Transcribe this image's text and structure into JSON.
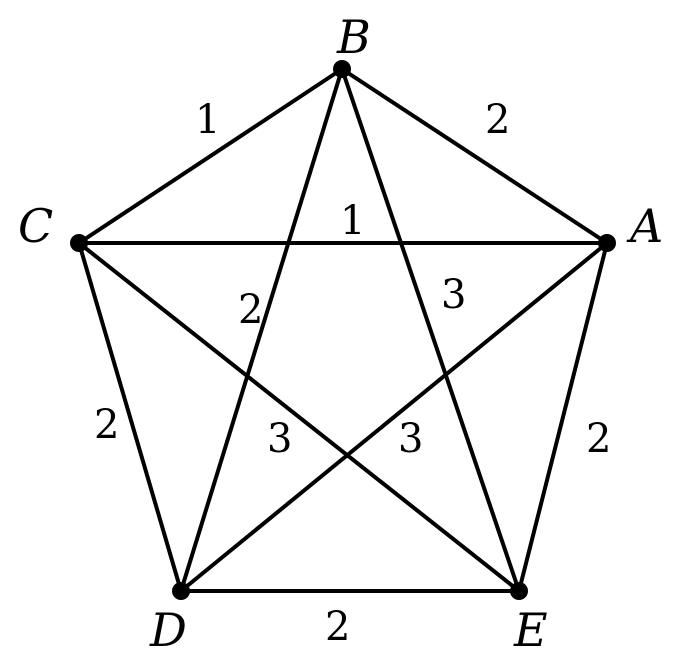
{
  "graph": {
    "vertices": [
      {
        "id": "A",
        "label": "A"
      },
      {
        "id": "B",
        "label": "B"
      },
      {
        "id": "C",
        "label": "C"
      },
      {
        "id": "D",
        "label": "D"
      },
      {
        "id": "E",
        "label": "E"
      }
    ],
    "edges": [
      {
        "from": "C",
        "to": "B",
        "weight": "1"
      },
      {
        "from": "B",
        "to": "A",
        "weight": "2"
      },
      {
        "from": "C",
        "to": "A",
        "weight": "1"
      },
      {
        "from": "B",
        "to": "D",
        "weight": "2"
      },
      {
        "from": "B",
        "to": "E",
        "weight": "3"
      },
      {
        "from": "C",
        "to": "D",
        "weight": "2"
      },
      {
        "from": "C",
        "to": "E",
        "weight": "3"
      },
      {
        "from": "A",
        "to": "D",
        "weight": "3"
      },
      {
        "from": "A",
        "to": "E",
        "weight": "2"
      },
      {
        "from": "D",
        "to": "E",
        "weight": "2"
      }
    ]
  }
}
